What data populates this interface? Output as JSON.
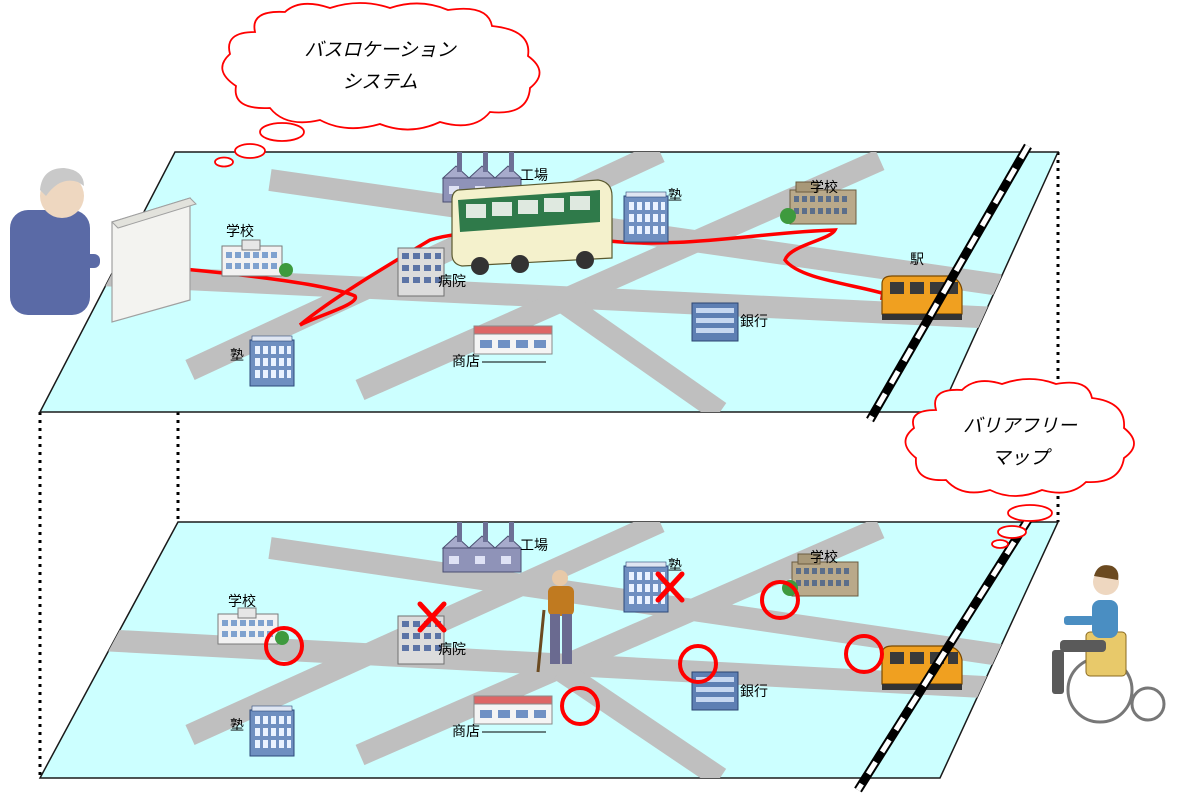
{
  "bubbles": {
    "bus_location": {
      "line1": "バスロケーション",
      "line2": "システム"
    },
    "barrier_free": {
      "line1": "バリアフリー",
      "line2": "マップ"
    }
  },
  "upper_map": {
    "labels": {
      "school_left": "学校",
      "factory": "工場",
      "juku_top": "塾",
      "school_right": "学校",
      "station": "駅",
      "hospital": "病院",
      "bank": "銀行",
      "shop": "商店",
      "juku_bottom": "塾"
    }
  },
  "lower_map": {
    "labels": {
      "school_left": "学校",
      "factory": "工場",
      "juku_top": "塾",
      "school_right": "学校",
      "hospital": "病院",
      "bank": "銀行",
      "shop": "商店",
      "juku_bottom": "塾"
    },
    "markers": {
      "accessible": "circle",
      "blocked": "cross"
    }
  },
  "colors": {
    "map_fill": "#ccffff",
    "road": "#bfbfbf",
    "route": "#ff0000",
    "marker": "#ff0000",
    "bubble_stroke": "#ff0000"
  }
}
